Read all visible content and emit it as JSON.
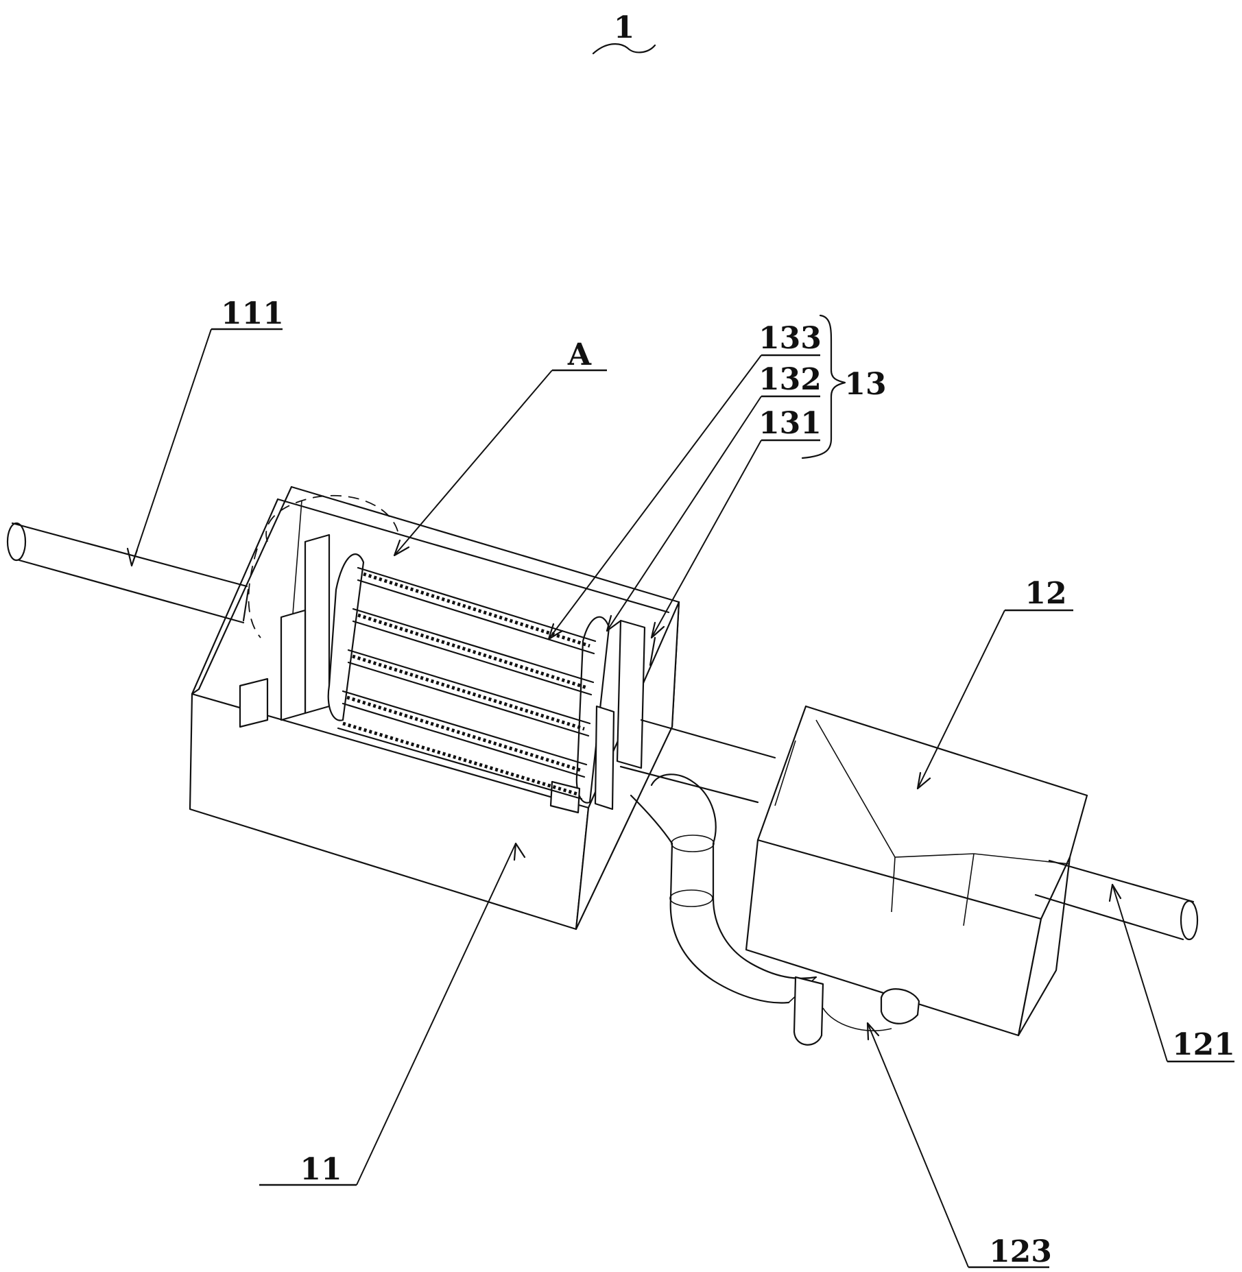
{
  "figure": {
    "number": "1"
  },
  "labels": {
    "l111": "111",
    "lA": "A",
    "l133": "133",
    "l132": "132",
    "l131": "131",
    "l13": "13",
    "l12": "12",
    "l11": "11",
    "l121": "121",
    "l123": "123"
  },
  "colors": {
    "line": "#111111",
    "background": "#ffffff"
  }
}
